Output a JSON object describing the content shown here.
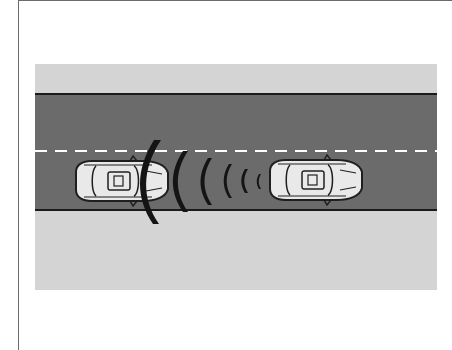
{
  "figure": {
    "subject": "radar-following-distance",
    "colors": {
      "background": "#ffffff",
      "frame_border": "#6a6a6a",
      "roadside": "#d4d4d4",
      "road": "#6b6b6b",
      "road_edge": "#1a1a1a",
      "lane_marking": "#ffffff",
      "car_body": "#e9e9e9",
      "car_outline": "#1f1f1f",
      "radar_wave": "#141414"
    },
    "vehicles": [
      {
        "role": "host-vehicle",
        "direction": "right"
      },
      {
        "role": "preceding-vehicle",
        "direction": "right"
      }
    ],
    "radar": {
      "wave_count": 6,
      "arc_type": "curved-lines"
    }
  }
}
